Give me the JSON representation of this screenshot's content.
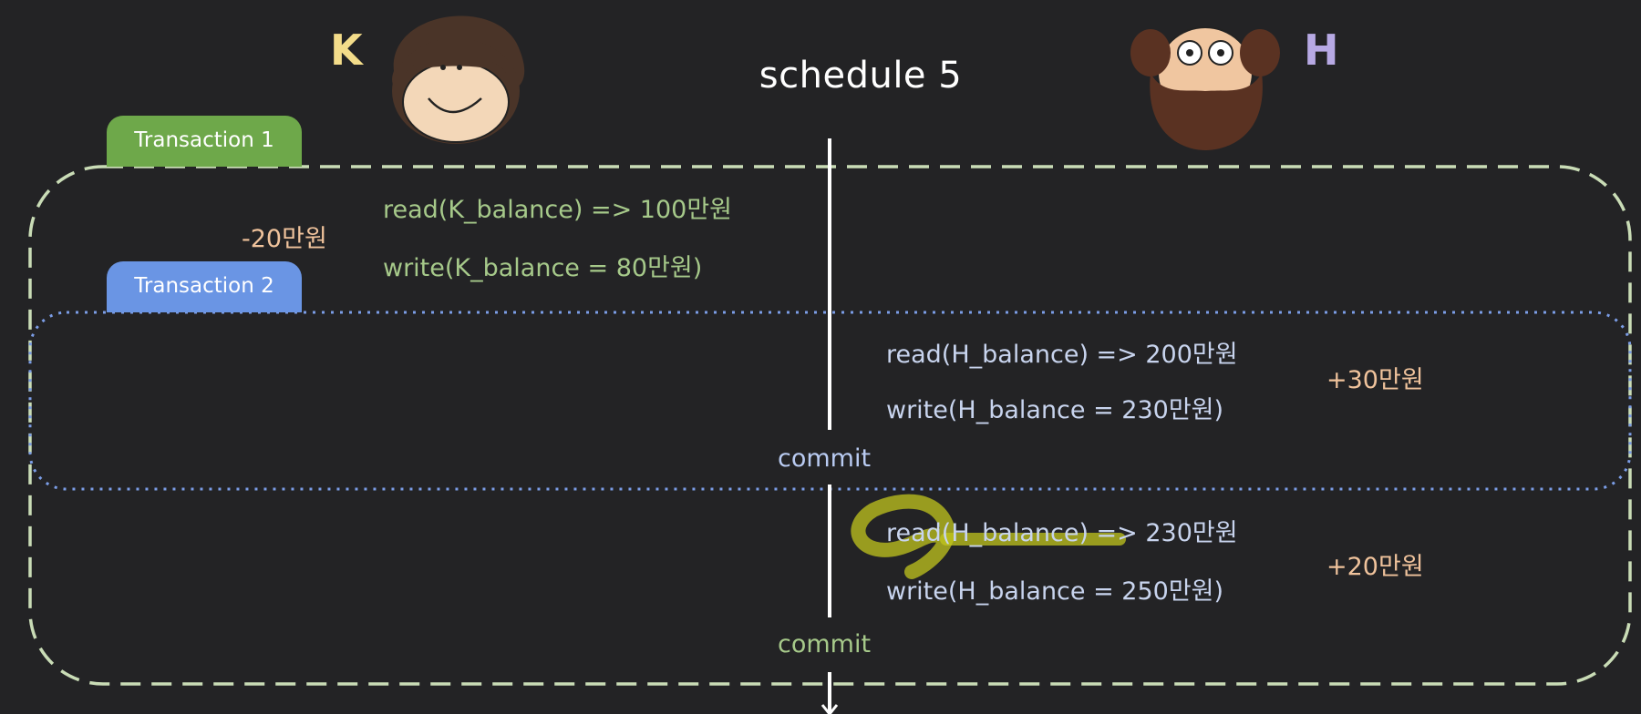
{
  "title": "schedule 5",
  "users": {
    "k": {
      "letter": "K",
      "color": "#f3dc8a"
    },
    "h": {
      "letter": "H",
      "color": "#b7a9e4"
    }
  },
  "transactions": {
    "t1": {
      "label": "Transaction 1",
      "color": "#6ea84a"
    },
    "t2": {
      "label": "Transaction 2",
      "color": "#6a95e4"
    }
  },
  "steps": {
    "t1_read": "read(K_balance) => 100만원",
    "t1_write": "write(K_balance = 80만원)",
    "t1_delta": "-20만원",
    "t2_read": "read(H_balance) => 200만원",
    "t2_write": "write(H_balance = 230만원)",
    "t2_delta": "+30만원",
    "t2_commit": "commit",
    "t1_read2": "read(H_balance) => 230만원",
    "t1_write2": "write(H_balance = 250만원)",
    "t1_delta2": "+20만원",
    "t1_commit": "commit"
  },
  "colors": {
    "background": "#232325",
    "highlight": "#c2c51e"
  },
  "icons": {
    "avatar_k": "smiling-man-avatar",
    "avatar_h": "bearded-man-avatar"
  }
}
